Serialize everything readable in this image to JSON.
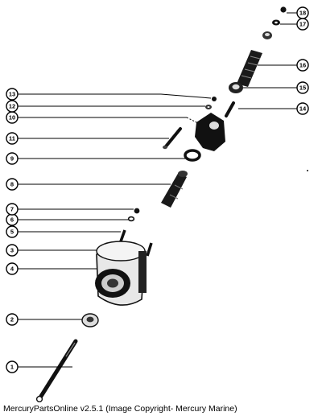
{
  "diagram": {
    "callouts": [
      {
        "label": "1"
      },
      {
        "label": "2"
      },
      {
        "label": "3"
      },
      {
        "label": "4"
      },
      {
        "label": "5"
      },
      {
        "label": "6"
      },
      {
        "label": "7"
      },
      {
        "label": "8"
      },
      {
        "label": "9"
      },
      {
        "label": "10"
      },
      {
        "label": "11"
      },
      {
        "label": "12"
      },
      {
        "label": "13"
      },
      {
        "label": "14"
      },
      {
        "label": "15"
      },
      {
        "label": "16"
      },
      {
        "label": "17"
      },
      {
        "label": "18"
      }
    ]
  },
  "caption": "MercuryPartsOnline v2.5.1 (Image Copyright- Mercury Marine)"
}
